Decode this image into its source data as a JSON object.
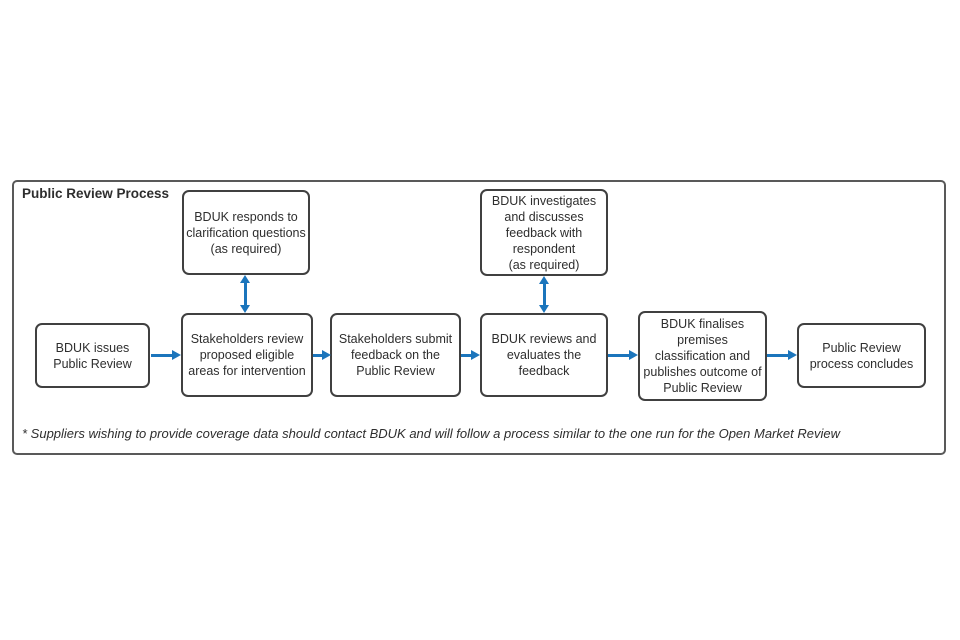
{
  "colors": {
    "background": "#ffffff",
    "text": "#2e2e2e",
    "box_border": "#404040",
    "outer_border": "#595959",
    "arrow": "#1b75bc"
  },
  "diagram": {
    "title": "Public Review Process",
    "steps": [
      {
        "label": "BDUK issues\nPublic Review"
      },
      {
        "label": "Stakeholders review\nproposed eligible\nareas for intervention"
      },
      {
        "label": "Stakeholders submit\nfeedback on the\nPublic Review"
      },
      {
        "label": "BDUK reviews and\nevaluates the\nfeedback"
      },
      {
        "label": "BDUK finalises\npremises\nclassification and\npublishes outcome of\nPublic Review"
      },
      {
        "label": "Public Review\nprocess concludes"
      }
    ],
    "side_steps": [
      {
        "label": "BDUK responds to\nclarification questions\n(as required)"
      },
      {
        "label": "BDUK investigates\nand discusses\nfeedback with\nrespondent\n(as required)"
      }
    ],
    "footnote": "* Suppliers wishing to provide coverage data should contact BDUK and will follow a process similar to the one run for the Open Market Review"
  }
}
